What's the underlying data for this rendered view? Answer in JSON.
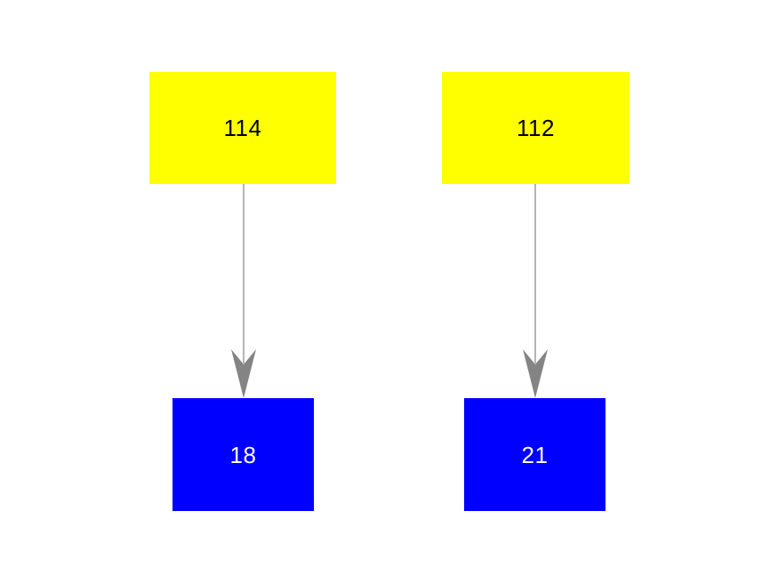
{
  "diagram": {
    "background_color": "#ffffff",
    "arrow_color": "#848484",
    "nodes": {
      "top_left": {
        "label": "114",
        "fill": "#ffff00",
        "text_color": "#000000"
      },
      "top_right": {
        "label": "112",
        "fill": "#ffff00",
        "text_color": "#000000"
      },
      "bottom_left": {
        "label": "18",
        "fill": "#0000ff",
        "text_color": "#ffffff"
      },
      "bottom_right": {
        "label": "21",
        "fill": "#0000ff",
        "text_color": "#ffffff"
      }
    },
    "edges": [
      {
        "from": "114",
        "to": "18"
      },
      {
        "from": "112",
        "to": "21"
      }
    ]
  }
}
